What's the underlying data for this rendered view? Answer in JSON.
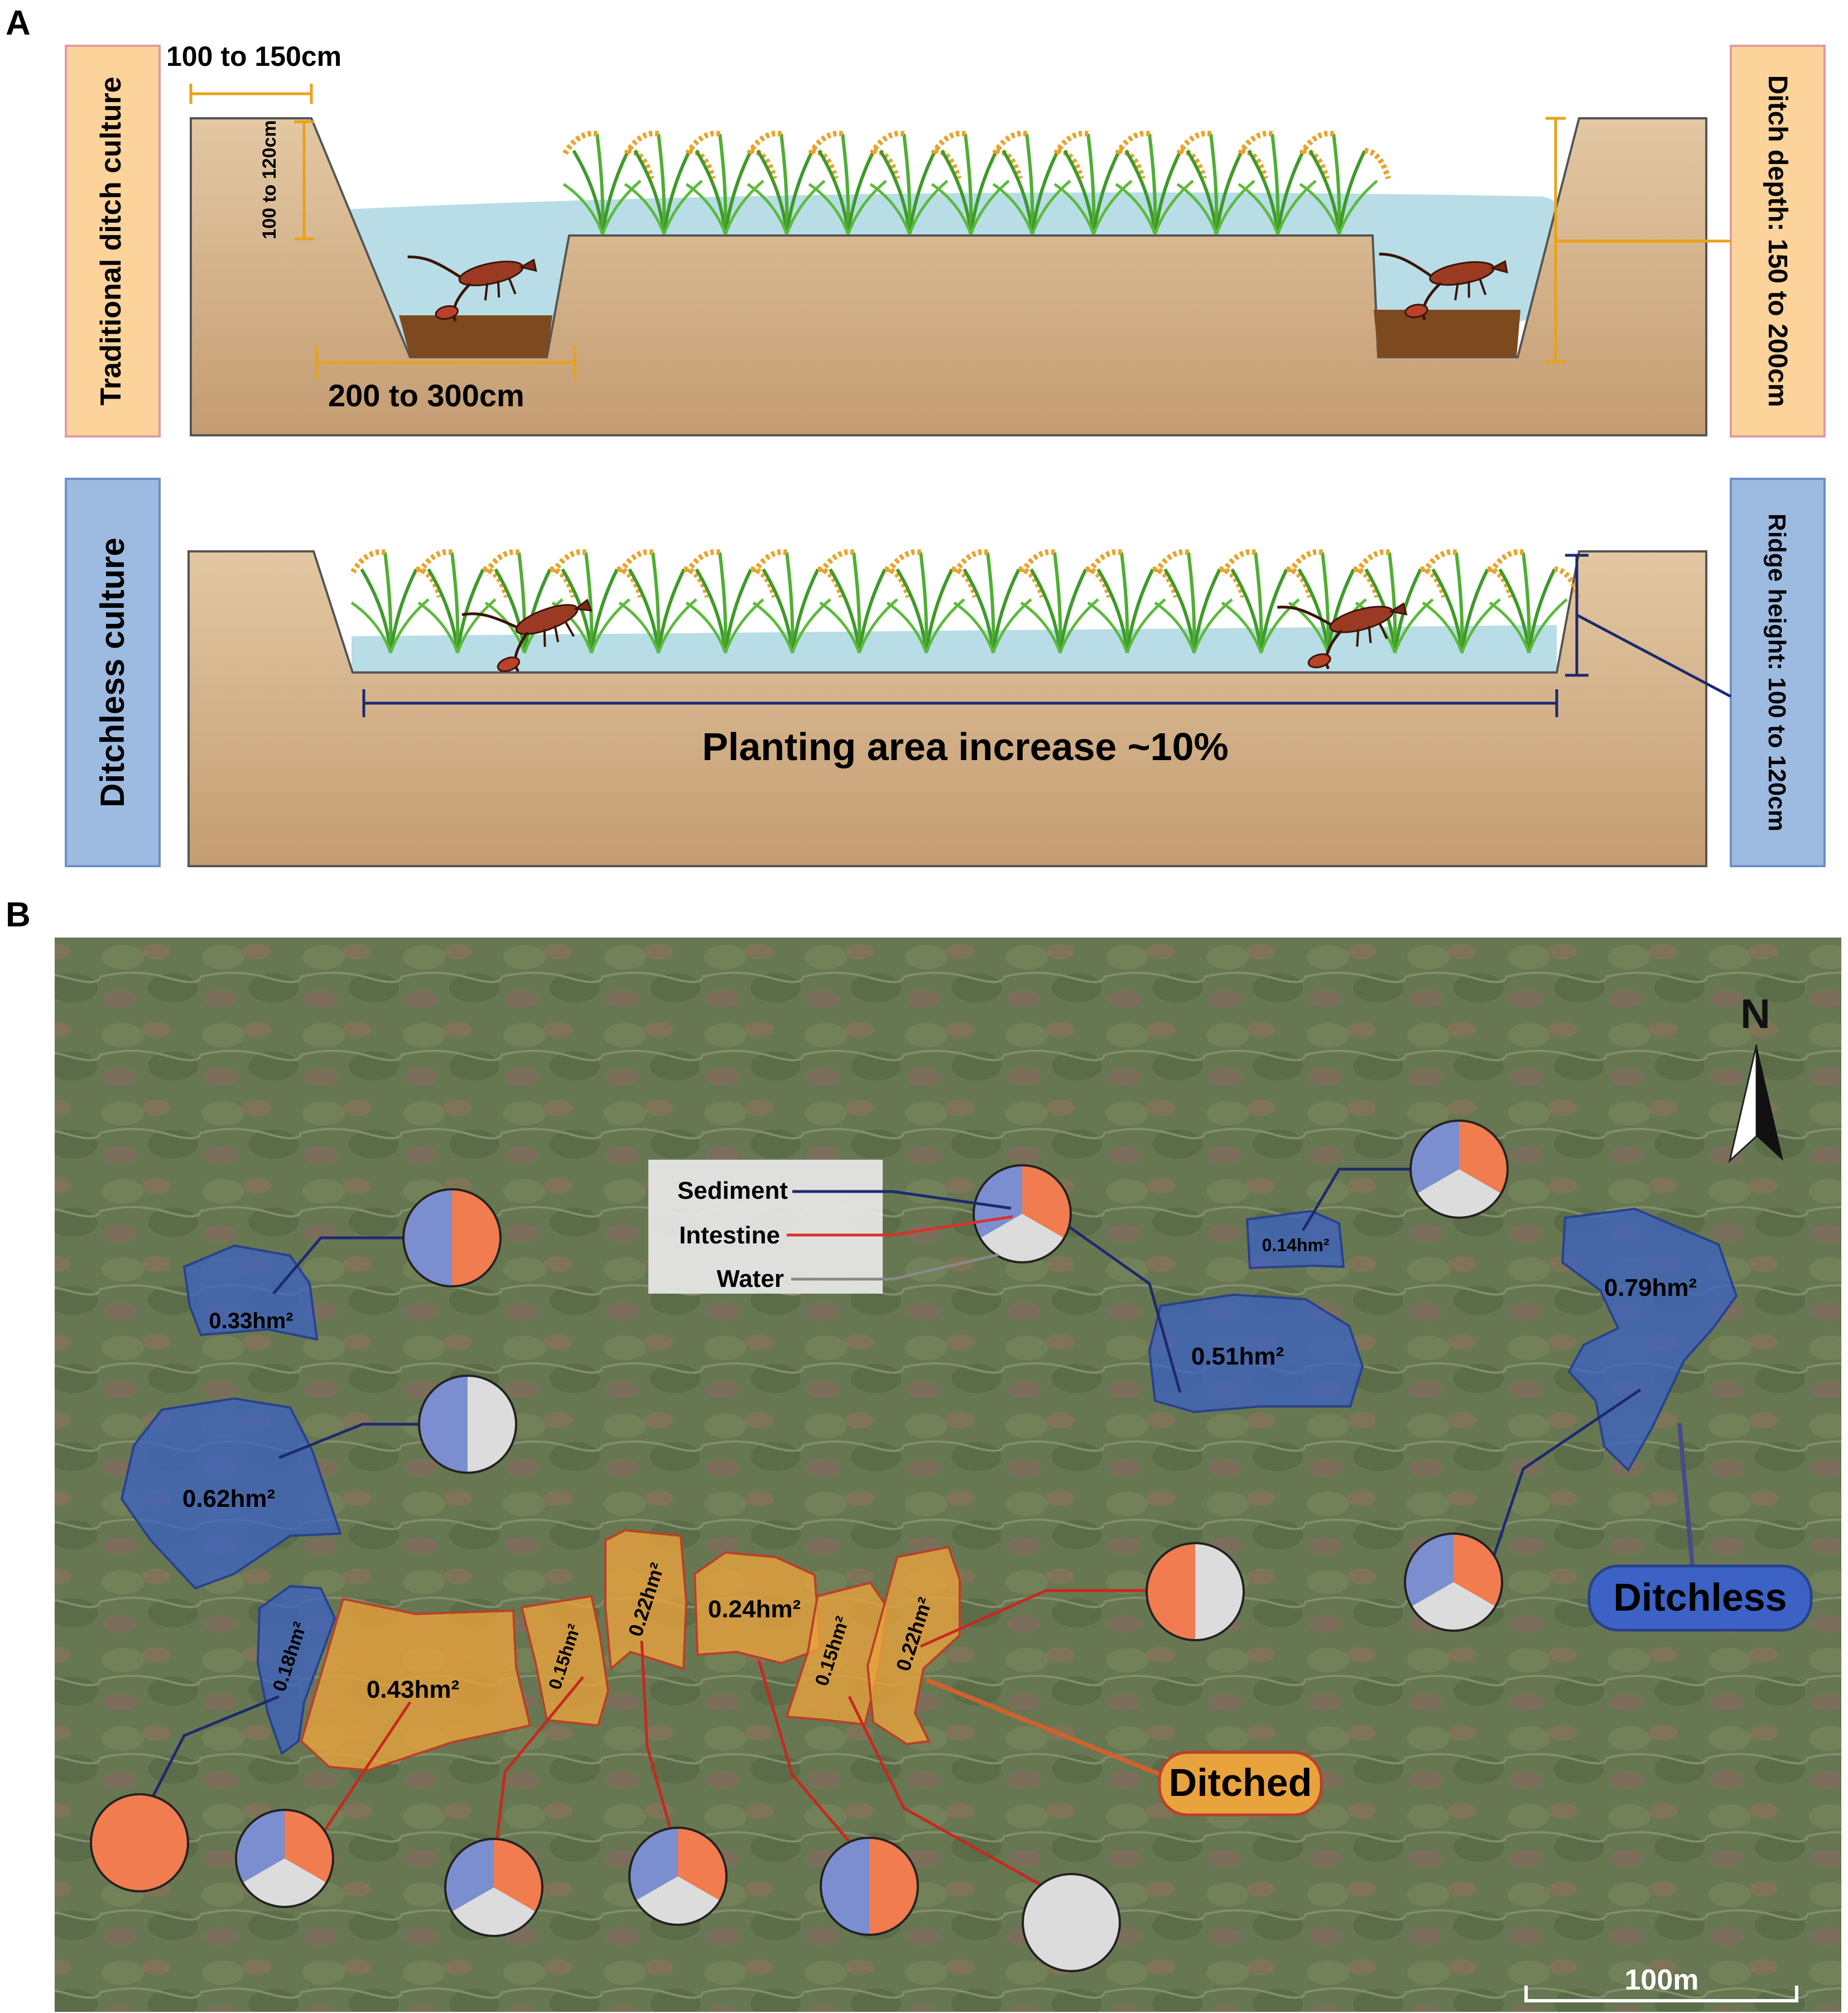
{
  "panel_a": {
    "label": "A",
    "traditional": {
      "side_label": "Traditional ditch culture",
      "top_width": "100 to 150cm",
      "slope_depth": "100 to 120cm",
      "bottom_width": "200 to 300cm",
      "ditch_depth": "Ditch depth: 150 to 200cm"
    },
    "ditchless": {
      "side_label": "Ditchless culture",
      "planting": "Planting area increase ~10%",
      "ridge": "Ridge height: 100 to 120cm"
    }
  },
  "panel_b": {
    "label": "B",
    "north": "N",
    "scale": "100m",
    "legend": [
      {
        "label": "Sediment",
        "color": "#1f2f8a"
      },
      {
        "label": "Intestine",
        "color": "#e03a2a"
      },
      {
        "label": "Water",
        "color": "#777777"
      }
    ],
    "tags": {
      "ditched": "Ditched",
      "ditchless": "Ditchless"
    },
    "colors": {
      "sediment": "#7b8fd0",
      "intestine": "#f07c50",
      "water": "#dcdcdc"
    },
    "ponds": [
      {
        "label": "0.33hm²",
        "type": "ditchless",
        "samples": [
          "sediment",
          "intestine"
        ]
      },
      {
        "label": "0.62hm²",
        "type": "ditchless",
        "samples": [
          "sediment",
          "water"
        ]
      },
      {
        "label": "0.18hm²",
        "type": "ditchless",
        "samples": [
          "intestine"
        ]
      },
      {
        "label": "0.43hm²",
        "type": "ditched",
        "samples": [
          "sediment",
          "intestine",
          "water"
        ]
      },
      {
        "label": "0.15hm²",
        "type": "ditched",
        "samples": [
          "sediment",
          "intestine",
          "water"
        ]
      },
      {
        "label": "0.22hm²",
        "type": "ditched",
        "samples": [
          "sediment",
          "intestine",
          "water"
        ]
      },
      {
        "label": "0.24hm²",
        "type": "ditched",
        "samples": [
          "sediment",
          "intestine"
        ]
      },
      {
        "label": "0.15hm²",
        "type": "ditched",
        "samples": [
          "water"
        ]
      },
      {
        "label": "0.22hm²",
        "type": "ditched",
        "samples": [
          "intestine",
          "water"
        ]
      },
      {
        "label": "0.51hm²",
        "type": "ditchless",
        "samples": [
          "sediment",
          "intestine",
          "water"
        ]
      },
      {
        "label": "0.14hm²",
        "type": "ditchless",
        "samples": [
          "sediment",
          "intestine",
          "water"
        ]
      },
      {
        "label": "0.79hm²",
        "type": "ditchless",
        "samples": [
          "sediment",
          "intestine",
          "water"
        ]
      }
    ]
  }
}
